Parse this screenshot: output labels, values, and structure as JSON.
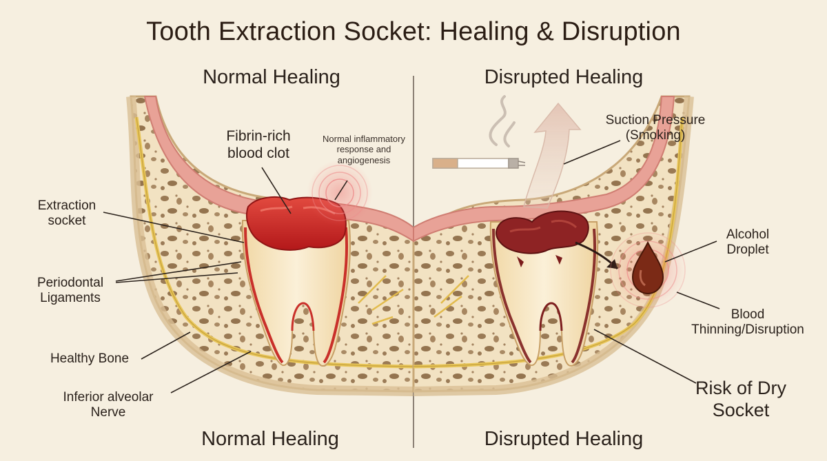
{
  "title": "Tooth Extraction Socket: Healing & Disruption",
  "panels": {
    "left_top": "Normal Healing",
    "right_top": "Disrupted Healing",
    "left_bottom": "Normal Healing",
    "right_bottom": "Disrupted Healing"
  },
  "labels": {
    "clot": "Fibrin-rich blood clot",
    "inflammatory": "Normal inflammatory response and angiogenesis",
    "socket": "Extraction socket",
    "ligaments": "Periodontal Ligaments",
    "bone": "Healthy Bone",
    "nerve": "Inferior alveolar Nerve",
    "suction": "Suction Pressure (Smoking)",
    "alcohol": "Alcohol Droplet",
    "thinning": "Blood Thinning/Disruption",
    "dry_socket": "Risk of Dry Socket"
  },
  "colors": {
    "background": "#f6efe0",
    "bone": "#f3e3c4",
    "gum": "#e9a39a",
    "clot_normal": "#c7201f",
    "clot_disrupted": "#8e2324",
    "nerve": "#e8c65a",
    "glow": "#ec6e6e"
  }
}
